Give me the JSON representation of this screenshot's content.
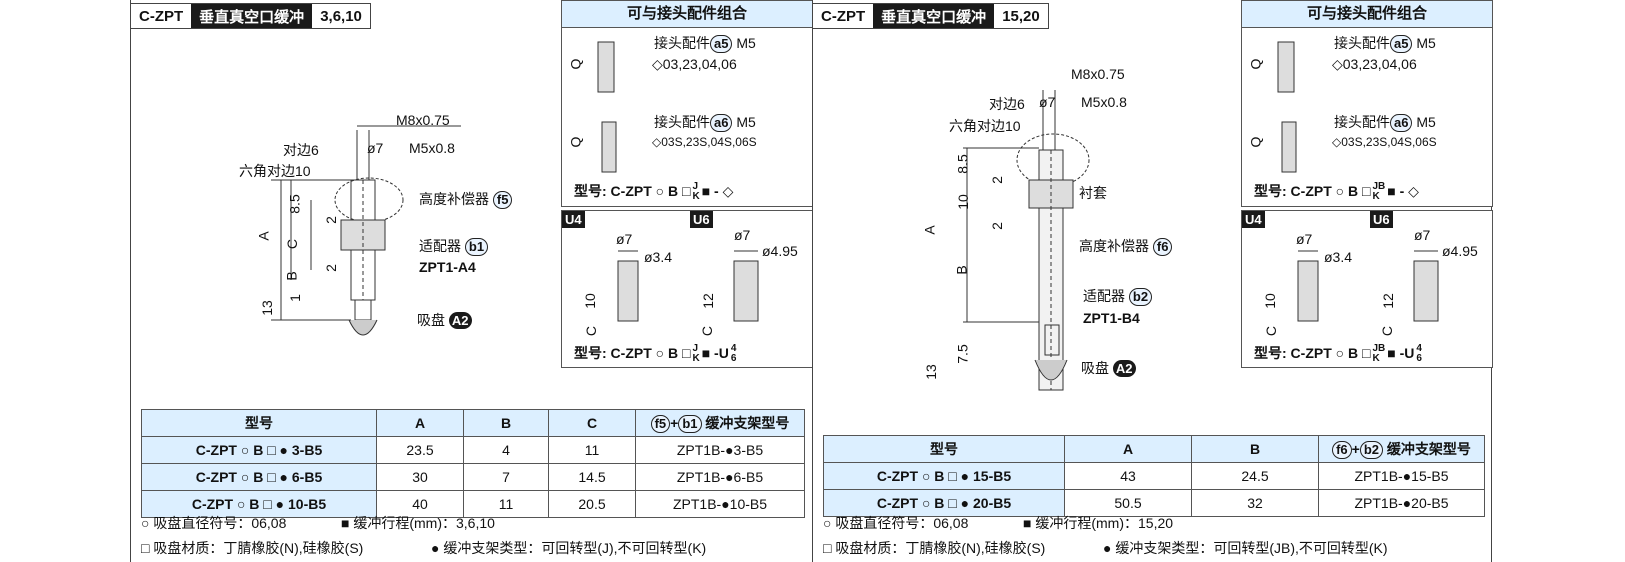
{
  "left": {
    "header": {
      "code": "C-ZPT",
      "name": "垂直真空口缓冲",
      "sizes": "3,6,10"
    },
    "drawing": {
      "m8": "M8x0.75",
      "d7": "ø7",
      "m5": "M5x0.8",
      "side6": "对边6",
      "hex10": "六角对边10",
      "comp": "高度补偿器",
      "comp_tag": "f5",
      "adapter": "适配器",
      "adapter_tag": "b1",
      "adapter_model": "ZPT1-A4",
      "pad": "吸盘",
      "pad_tag": "A2",
      "dims": {
        "a": "A",
        "b": "B",
        "c": "C",
        "d85": "8.5",
        "d2a": "2",
        "d2b": "2",
        "d1": "1",
        "d13": "13"
      }
    },
    "combo": {
      "title": "可与接头配件组合",
      "fit1": "接头配件",
      "fit1_tag": "a5",
      "fit1_thread": "M5",
      "fit1_opts": "◇03,23,04,06",
      "fit2": "接头配件",
      "fit2_tag": "a6",
      "fit2_thread": "M5",
      "fit2_opts": "◇03S,23S,04S,06S",
      "q": "Q",
      "model": "型号: C-ZPT ○ B □",
      "jk_top": "J",
      "jk_bot": "K",
      "model_end": "■ - ◇"
    },
    "uvar": {
      "u4": "U4",
      "u6": "U6",
      "d7": "ø7",
      "d34": "ø3.4",
      "d495": "ø4.95",
      "h10": "10",
      "h12": "12",
      "c": "C",
      "model": "型号: C-ZPT ○ B □",
      "jk_top": "J",
      "jk_bot": "K",
      "model_end": "■ -U",
      "sub_top": "4",
      "sub_bot": "6"
    },
    "table": {
      "headers": [
        "型号",
        "A",
        "B",
        "C",
        "缓冲支架型号"
      ],
      "hdr_tags": [
        "f5",
        "b1"
      ],
      "rows": [
        {
          "model": "C-ZPT ○ B □ ● 3-B5",
          "a": "23.5",
          "b": "4",
          "c": "11",
          "br": "ZPT1B-●3-B5"
        },
        {
          "model": "C-ZPT ○ B □ ● 6-B5",
          "a": "30",
          "b": "7",
          "c": "14.5",
          "br": "ZPT1B-●6-B5"
        },
        {
          "model": "C-ZPT ○ B □ ● 10-B5",
          "a": "40",
          "b": "11",
          "c": "20.5",
          "br": "ZPT1B-●10-B5"
        }
      ]
    },
    "notes": [
      "○ 吸盘直径符号：06,08",
      "■ 缓冲行程(mm)：3,6,10",
      "□ 吸盘材质：丁腈橡胶(N),硅橡胶(S)",
      "● 缓冲支架类型：可回转型(J),不可回转型(K)"
    ]
  },
  "right": {
    "header": {
      "code": "C-ZPT",
      "name": "垂直真空口缓冲",
      "sizes": "15,20"
    },
    "drawing": {
      "m8": "M8x0.75",
      "d7": "ø7",
      "m5": "M5x0.8",
      "side6": "对边6",
      "hex10": "六角对边10",
      "sleeve": "衬套",
      "comp": "高度补偿器",
      "comp_tag": "f6",
      "adapter": "适配器",
      "adapter_tag": "b2",
      "adapter_model": "ZPT1-B4",
      "pad": "吸盘",
      "pad_tag": "A2",
      "dims": {
        "a": "A",
        "b": "B",
        "d85": "8.5",
        "d2a": "2",
        "d10": "10",
        "d2b": "2",
        "d75": "7.5",
        "d13": "13"
      }
    },
    "combo": {
      "title": "可与接头配件组合",
      "fit1": "接头配件",
      "fit1_tag": "a5",
      "fit1_thread": "M5",
      "fit1_opts": "◇03,23,04,06",
      "fit2": "接头配件",
      "fit2_tag": "a6",
      "fit2_thread": "M5",
      "fit2_opts": "◇03S,23S,04S,06S",
      "q": "Q",
      "model": "型号: C-ZPT ○ B □",
      "jk_top": "JB",
      "jk_bot": "K",
      "model_end": "■ - ◇"
    },
    "uvar": {
      "u4": "U4",
      "u6": "U6",
      "d7": "ø7",
      "d34": "ø3.4",
      "d495": "ø4.95",
      "h10": "10",
      "h12": "12",
      "c": "C",
      "model": "型号: C-ZPT ○ B □",
      "jk_top": "JB",
      "jk_bot": "K",
      "model_end": "■ -U",
      "sub_top": "4",
      "sub_bot": "6"
    },
    "table": {
      "headers": [
        "型号",
        "A",
        "B",
        "缓冲支架型号"
      ],
      "hdr_tags": [
        "f6",
        "b2"
      ],
      "rows": [
        {
          "model": "C-ZPT ○ B □ ● 15-B5",
          "a": "43",
          "b": "24.5",
          "br": "ZPT1B-●15-B5"
        },
        {
          "model": "C-ZPT ○ B □ ● 20-B5",
          "a": "50.5",
          "b": "32",
          "br": "ZPT1B-●20-B5"
        }
      ]
    },
    "notes": [
      "○ 吸盘直径符号：06,08",
      "■ 缓冲行程(mm)：15,20",
      "□ 吸盘材质：丁腈橡胶(N),硅橡胶(S)",
      "● 缓冲支架类型：可回转型(JB),不可回转型(K)"
    ]
  }
}
